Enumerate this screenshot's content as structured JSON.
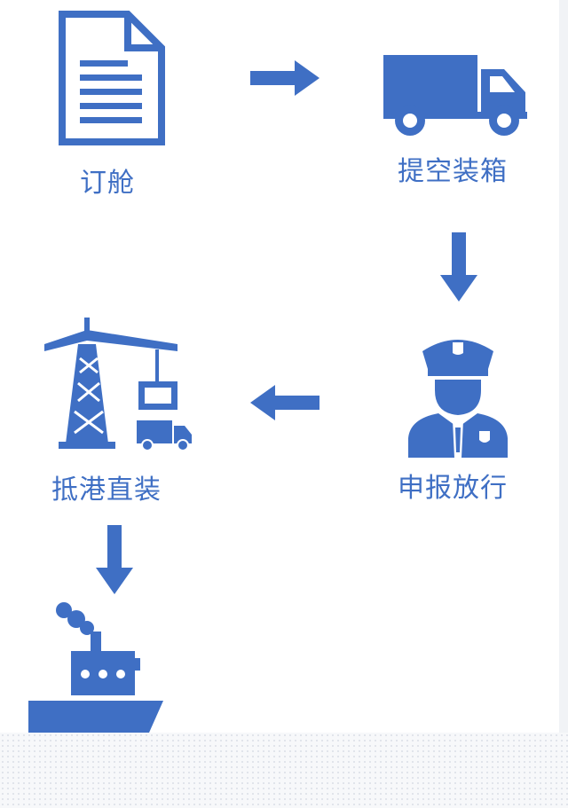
{
  "colors": {
    "accent": "#3f6fc4",
    "background": "#ffffff"
  },
  "steps": [
    {
      "label": "订舱",
      "icon": "document-icon"
    },
    {
      "label": "提空装箱",
      "icon": "truck-icon"
    },
    {
      "label": "申报放行",
      "icon": "customs-officer-icon"
    },
    {
      "label": "抵港直装",
      "icon": "port-crane-icon"
    },
    {
      "icon": "cargo-ship-icon"
    }
  ],
  "arrows": [
    {
      "from": "订舱",
      "to": "提空装箱",
      "direction": "right"
    },
    {
      "from": "提空装箱",
      "to": "申报放行",
      "direction": "down"
    },
    {
      "from": "申报放行",
      "to": "抵港直装",
      "direction": "left"
    },
    {
      "from": "抵港直装",
      "to": "ship",
      "direction": "down"
    }
  ]
}
